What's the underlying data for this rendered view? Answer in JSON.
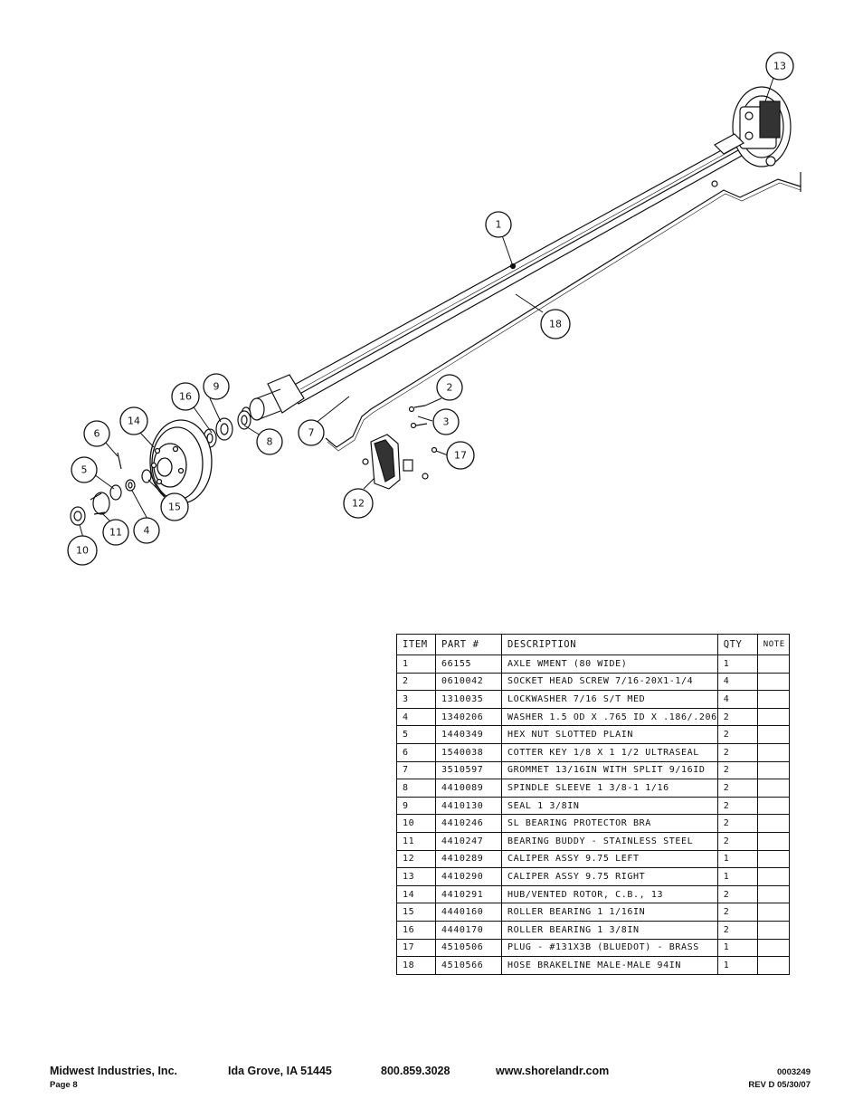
{
  "callouts": [
    "1",
    "2",
    "3",
    "4",
    "5",
    "6",
    "7",
    "8",
    "9",
    "10",
    "11",
    "12",
    "13",
    "14",
    "15",
    "16",
    "17",
    "18"
  ],
  "table": {
    "headers": [
      "ITEM",
      "PART #",
      "DESCRIPTION",
      "QTY",
      "NOTE"
    ],
    "rows": [
      [
        "1",
        "66155",
        "AXLE WMENT (80 WIDE)",
        "1",
        ""
      ],
      [
        "2",
        "0610042",
        "SOCKET HEAD SCREW 7/16-20X1-1/4",
        "4",
        ""
      ],
      [
        "3",
        "1310035",
        "LOCKWASHER 7/16 S/T MED",
        "4",
        ""
      ],
      [
        "4",
        "1340206",
        "WASHER 1.5 OD X .765 ID X .186/.206",
        "2",
        ""
      ],
      [
        "5",
        "1440349",
        "HEX NUT SLOTTED PLAIN",
        "2",
        ""
      ],
      [
        "6",
        "1540038",
        "COTTER KEY 1/8 X 1 1/2 ULTRASEAL",
        "2",
        ""
      ],
      [
        "7",
        "3510597",
        "GROMMET 13/16IN  WITH SPLIT 9/16ID",
        "2",
        ""
      ],
      [
        "8",
        "4410089",
        "SPINDLE SLEEVE  1 3/8-1 1/16",
        "2",
        ""
      ],
      [
        "9",
        "4410130",
        "SEAL  1 3/8IN",
        "2",
        ""
      ],
      [
        "10",
        "4410246",
        "SL BEARING PROTECTOR BRA",
        "2",
        ""
      ],
      [
        "11",
        "4410247",
        "BEARING BUDDY - STAINLESS STEEL",
        "2",
        ""
      ],
      [
        "12",
        "4410289",
        "CALIPER ASSY 9.75 LEFT",
        "1",
        ""
      ],
      [
        "13",
        "4410290",
        "CALIPER ASSY 9.75 RIGHT",
        "1",
        ""
      ],
      [
        "14",
        "4410291",
        "HUB/VENTED ROTOR, C.B.,  13",
        "2",
        ""
      ],
      [
        "15",
        "4440160",
        "ROLLER BEARING   1 1/16IN",
        "2",
        ""
      ],
      [
        "16",
        "4440170",
        "ROLLER BEARING   1 3/8IN",
        "2",
        ""
      ],
      [
        "17",
        "4510506",
        "PLUG - #131X3B (BLUEDOT) - BRASS",
        "1",
        ""
      ],
      [
        "18",
        "4510566",
        "HOSE BRAKELINE MALE-MALE 94IN",
        "1",
        ""
      ]
    ]
  },
  "footer": {
    "company": "Midwest Industries, Inc.",
    "city": "Ida Grove, IA  51445",
    "phone": "800.859.3028",
    "website": "www.shorelandr.com",
    "page": "Page 8",
    "doc_number": "0003249",
    "revision": "REV  D  05/30/07"
  }
}
